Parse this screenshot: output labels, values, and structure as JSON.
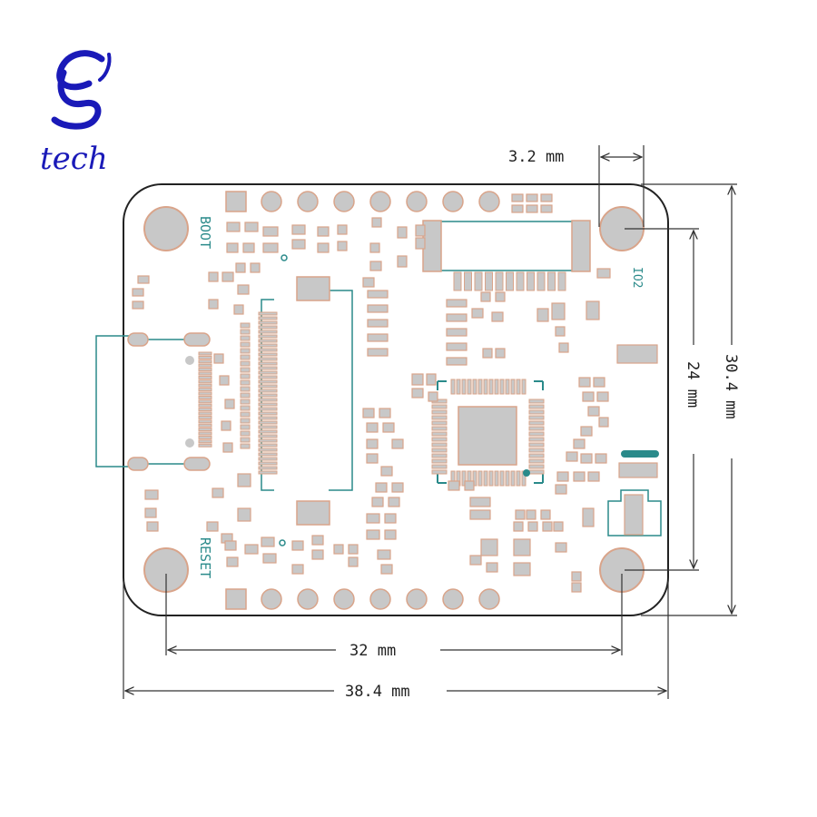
{
  "logo": {
    "letter": "e",
    "text": "tech",
    "color": "#1a1ab8"
  },
  "board": {
    "labels": {
      "boot": "BOOT",
      "reset": "RESET",
      "io2": "IO2"
    },
    "colors": {
      "outline": "#222222",
      "pad": "#c8c8c8",
      "pad_stroke": "#d9a48a",
      "silkscreen": "#2a8a8a",
      "button": "#2a8a8a"
    }
  },
  "dimensions": {
    "hole_diameter": "3.2 mm",
    "hole_spacing_vertical": "24 mm",
    "board_height": "30.4 mm",
    "hole_spacing_horizontal": "32 mm",
    "board_width": "38.4 mm"
  }
}
